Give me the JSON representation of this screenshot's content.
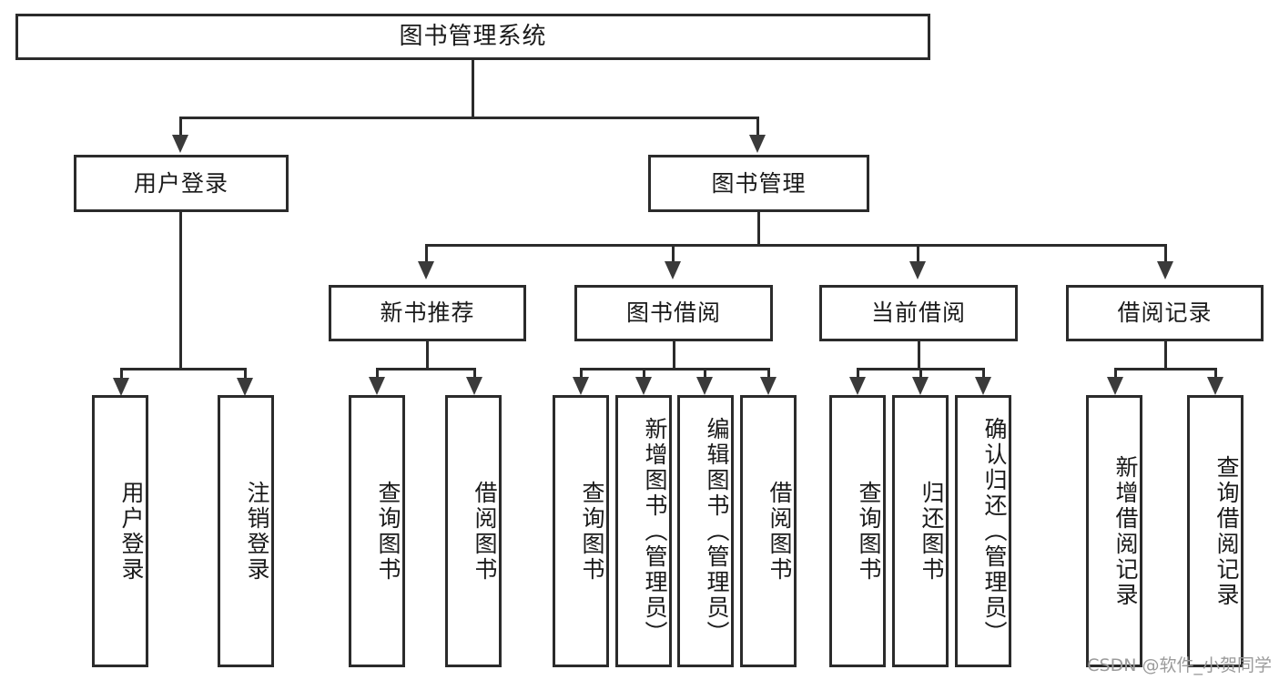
{
  "diagram": {
    "type": "tree-hierarchy",
    "title": "图书管理系统",
    "orientation": "top-down",
    "colors": {
      "box_border": "#2b2b2b",
      "box_fill": "#ffffff",
      "connector": "#2b2b2b",
      "arrow": "#3a3a3a",
      "text": "#1a1a1a",
      "watermark": "#9b9b9b",
      "background": "#ffffff"
    },
    "levels": {
      "level0": [
        "图书管理系统"
      ],
      "level1": [
        "用户登录",
        "图书管理"
      ],
      "level2": [
        "新书推荐",
        "图书借阅",
        "当前借阅",
        "借阅记录"
      ],
      "level3": [
        "用户登录",
        "注销登录",
        "查询图书",
        "借阅图书",
        "查询图书",
        "新增图书（管理员）",
        "编辑图书（管理员）",
        "借阅图书",
        "查询图书",
        "归还图书",
        "确认归还（管理员）",
        "新增借阅记录",
        "查询借阅记录"
      ]
    },
    "edges": [
      {
        "from": "图书管理系统",
        "to": "用户登录"
      },
      {
        "from": "图书管理系统",
        "to": "图书管理"
      },
      {
        "from": "用户登录",
        "to": "用户登录"
      },
      {
        "from": "用户登录",
        "to": "注销登录"
      },
      {
        "from": "图书管理",
        "to": "新书推荐"
      },
      {
        "from": "图书管理",
        "to": "图书借阅"
      },
      {
        "from": "图书管理",
        "to": "当前借阅"
      },
      {
        "from": "图书管理",
        "to": "借阅记录"
      },
      {
        "from": "新书推荐",
        "to": "查询图书"
      },
      {
        "from": "新书推荐",
        "to": "借阅图书"
      },
      {
        "from": "图书借阅",
        "to": "查询图书"
      },
      {
        "from": "图书借阅",
        "to": "新增图书（管理员）"
      },
      {
        "from": "图书借阅",
        "to": "编辑图书（管理员）"
      },
      {
        "from": "图书借阅",
        "to": "借阅图书"
      },
      {
        "from": "当前借阅",
        "to": "查询图书"
      },
      {
        "from": "当前借阅",
        "to": "归还图书"
      },
      {
        "from": "当前借阅",
        "to": "确认归还（管理员）"
      },
      {
        "from": "借阅记录",
        "to": "新增借阅记录"
      },
      {
        "from": "借阅记录",
        "to": "查询借阅记录"
      }
    ]
  },
  "nodes": {
    "root": {
      "label": "图书管理系统"
    },
    "user_login": {
      "label": "用户登录"
    },
    "book_mgmt": {
      "label": "图书管理"
    },
    "new_book_rec": {
      "label": "新书推荐"
    },
    "book_borrow": {
      "label": "图书借阅"
    },
    "current_borrow": {
      "label": "当前借阅"
    },
    "borrow_record": {
      "label": "借阅记录"
    },
    "leaf_user_login": {
      "label": "用户登录"
    },
    "leaf_logout": {
      "label": "注销登录"
    },
    "leaf_query_book_1": {
      "label": "查询图书"
    },
    "leaf_borrow_book_1": {
      "label": "借阅图书"
    },
    "leaf_query_book_2": {
      "label": "查询图书"
    },
    "leaf_add_book_admin": {
      "label": "新增图书（管理员）"
    },
    "leaf_edit_book_admin": {
      "label": "编辑图书（管理员）"
    },
    "leaf_borrow_book_2": {
      "label": "借阅图书"
    },
    "leaf_query_book_3": {
      "label": "查询图书"
    },
    "leaf_return_book": {
      "label": "归还图书"
    },
    "leaf_confirm_return_admin": {
      "label": "确认归还（管理员）"
    },
    "leaf_add_record": {
      "label": "新增借阅记录"
    },
    "leaf_query_record": {
      "label": "查询借阅记录"
    }
  },
  "watermark": {
    "text": "CSDN @软件_小贺同学"
  }
}
